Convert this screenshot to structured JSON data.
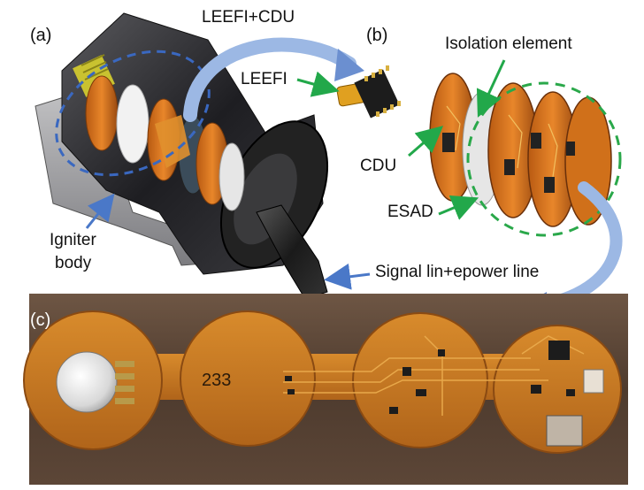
{
  "panels": {
    "a": "(a)",
    "b": "(b)",
    "c": "(c)"
  },
  "labels": {
    "leefi_cdu": "LEEFI+CDU",
    "leefi": "LEEFI",
    "isolation_element": "Isolation element",
    "cdu": "CDU",
    "esad": "ESAD",
    "igniter": "Igniter",
    "body": "body",
    "signal_line": "Signal lin+epower line",
    "board_number": "233"
  },
  "colors": {
    "copper": "#d9771e",
    "dark_copper": "#8a3f0c",
    "metal": "#2c2c2e",
    "gray_body": "#9a9a9c",
    "blue_arrow": "#4a78c8",
    "green_arrow": "#22a84a",
    "green_dash": "#2aa84a",
    "blue_dash": "#3a68c0",
    "pcb_bg": "#5a4536",
    "flex": "#c9781e"
  }
}
